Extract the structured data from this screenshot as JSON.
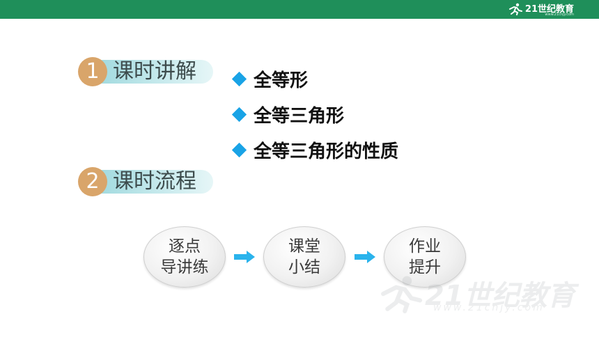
{
  "header": {
    "brand_name": "21世纪教育",
    "brand_url": "www.21cnjy.com",
    "bar_color": "#1f8f5a"
  },
  "sections": [
    {
      "number": "1",
      "title": "课时讲解"
    },
    {
      "number": "2",
      "title": "课时流程"
    }
  ],
  "topics": [
    {
      "label": "全等形"
    },
    {
      "label": "全等三角形"
    },
    {
      "label": "全等三角形的性质"
    }
  ],
  "flow": [
    {
      "line1": "逐点",
      "line2": "导讲练"
    },
    {
      "line1": "课堂",
      "line2": "小结"
    },
    {
      "line1": "作业",
      "line2": "提升"
    }
  ],
  "watermark": {
    "text": "21世纪教育",
    "url": "www.21cnjy.com"
  },
  "colors": {
    "accent_blue": "#19a3e6",
    "number_badge": "#d9a56a",
    "pill": "#c5e9ec"
  }
}
